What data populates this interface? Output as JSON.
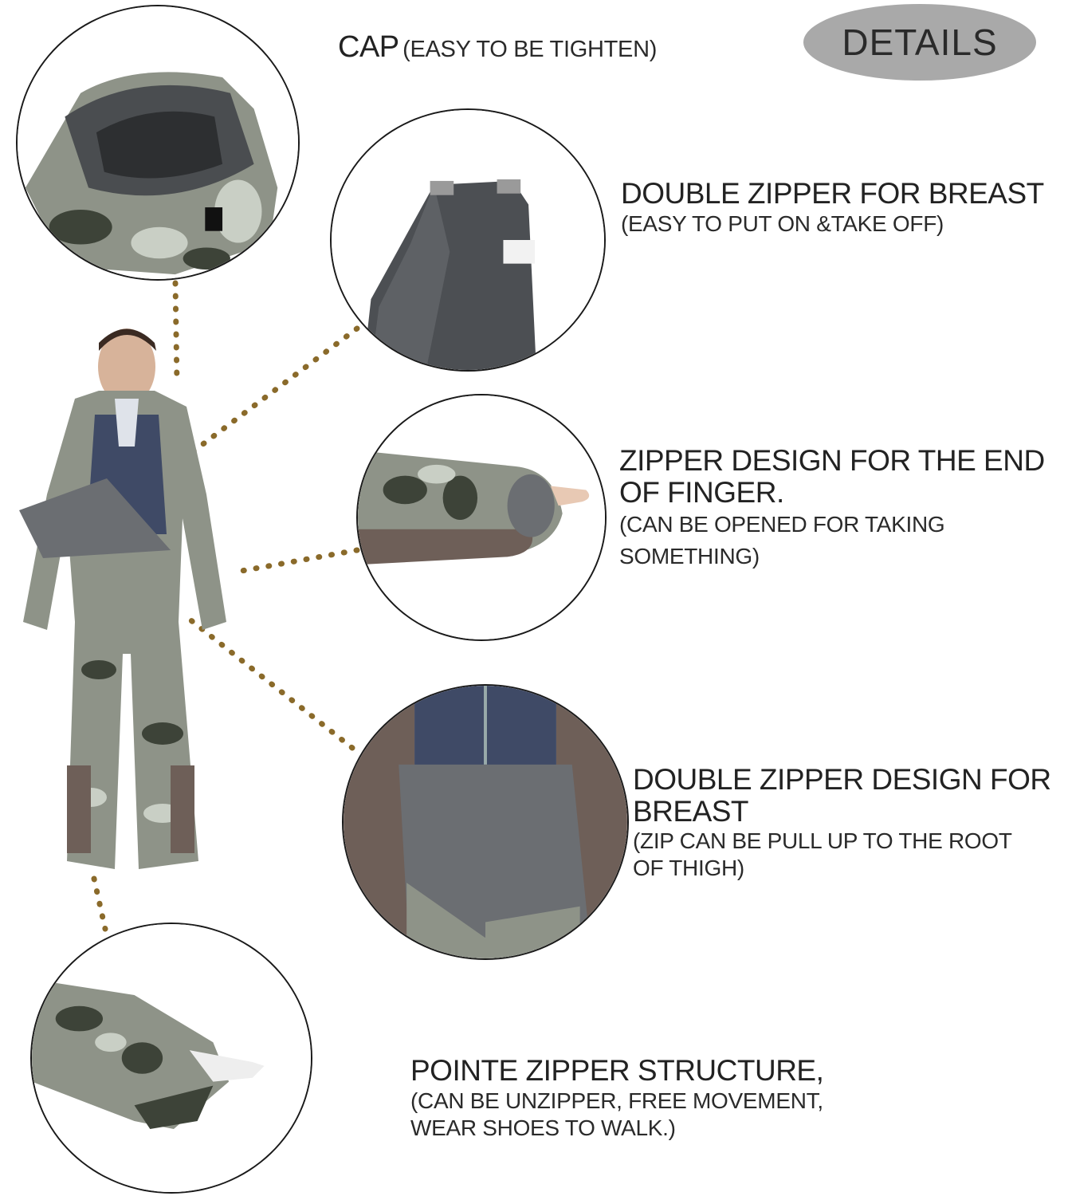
{
  "badge": {
    "label": "DETAILS",
    "color": "#a9a9a9"
  },
  "cap": {
    "title": "CAP",
    "subtitle": "(EASY TO BE TIGHTEN)"
  },
  "features": [
    {
      "title": "DOUBLE  ZIPPER FOR BREAST",
      "subtitle": "(EASY TO PUT ON &TAKE OFF)"
    },
    {
      "title": "ZIPPER DESIGN FOR THE END\nOF FINGER.",
      "subtitle": "(CAN BE OPENED FOR TAKING\nSOMETHING)"
    },
    {
      "title": "DOUBLE ZIPPER DESIGN FOR\nBREAST",
      "subtitle": "(ZIP CAN BE PULL UP TO THE ROOT\nOF  THIGH)"
    },
    {
      "title": "POINTE ZIPPER STRUCTURE,",
      "subtitle": "(CAN BE UNZIPPER, FREE MOVEMENT,\nWEAR SHOES TO WALK.)"
    }
  ],
  "colors": {
    "connector_dots": "#8a6a2a",
    "camo_light": "#c9cfc5",
    "camo_mid": "#7e8b78",
    "camo_dark": "#3d4338",
    "lining_grey": "#6b6e72",
    "vest_blue": "#3f4a66"
  }
}
